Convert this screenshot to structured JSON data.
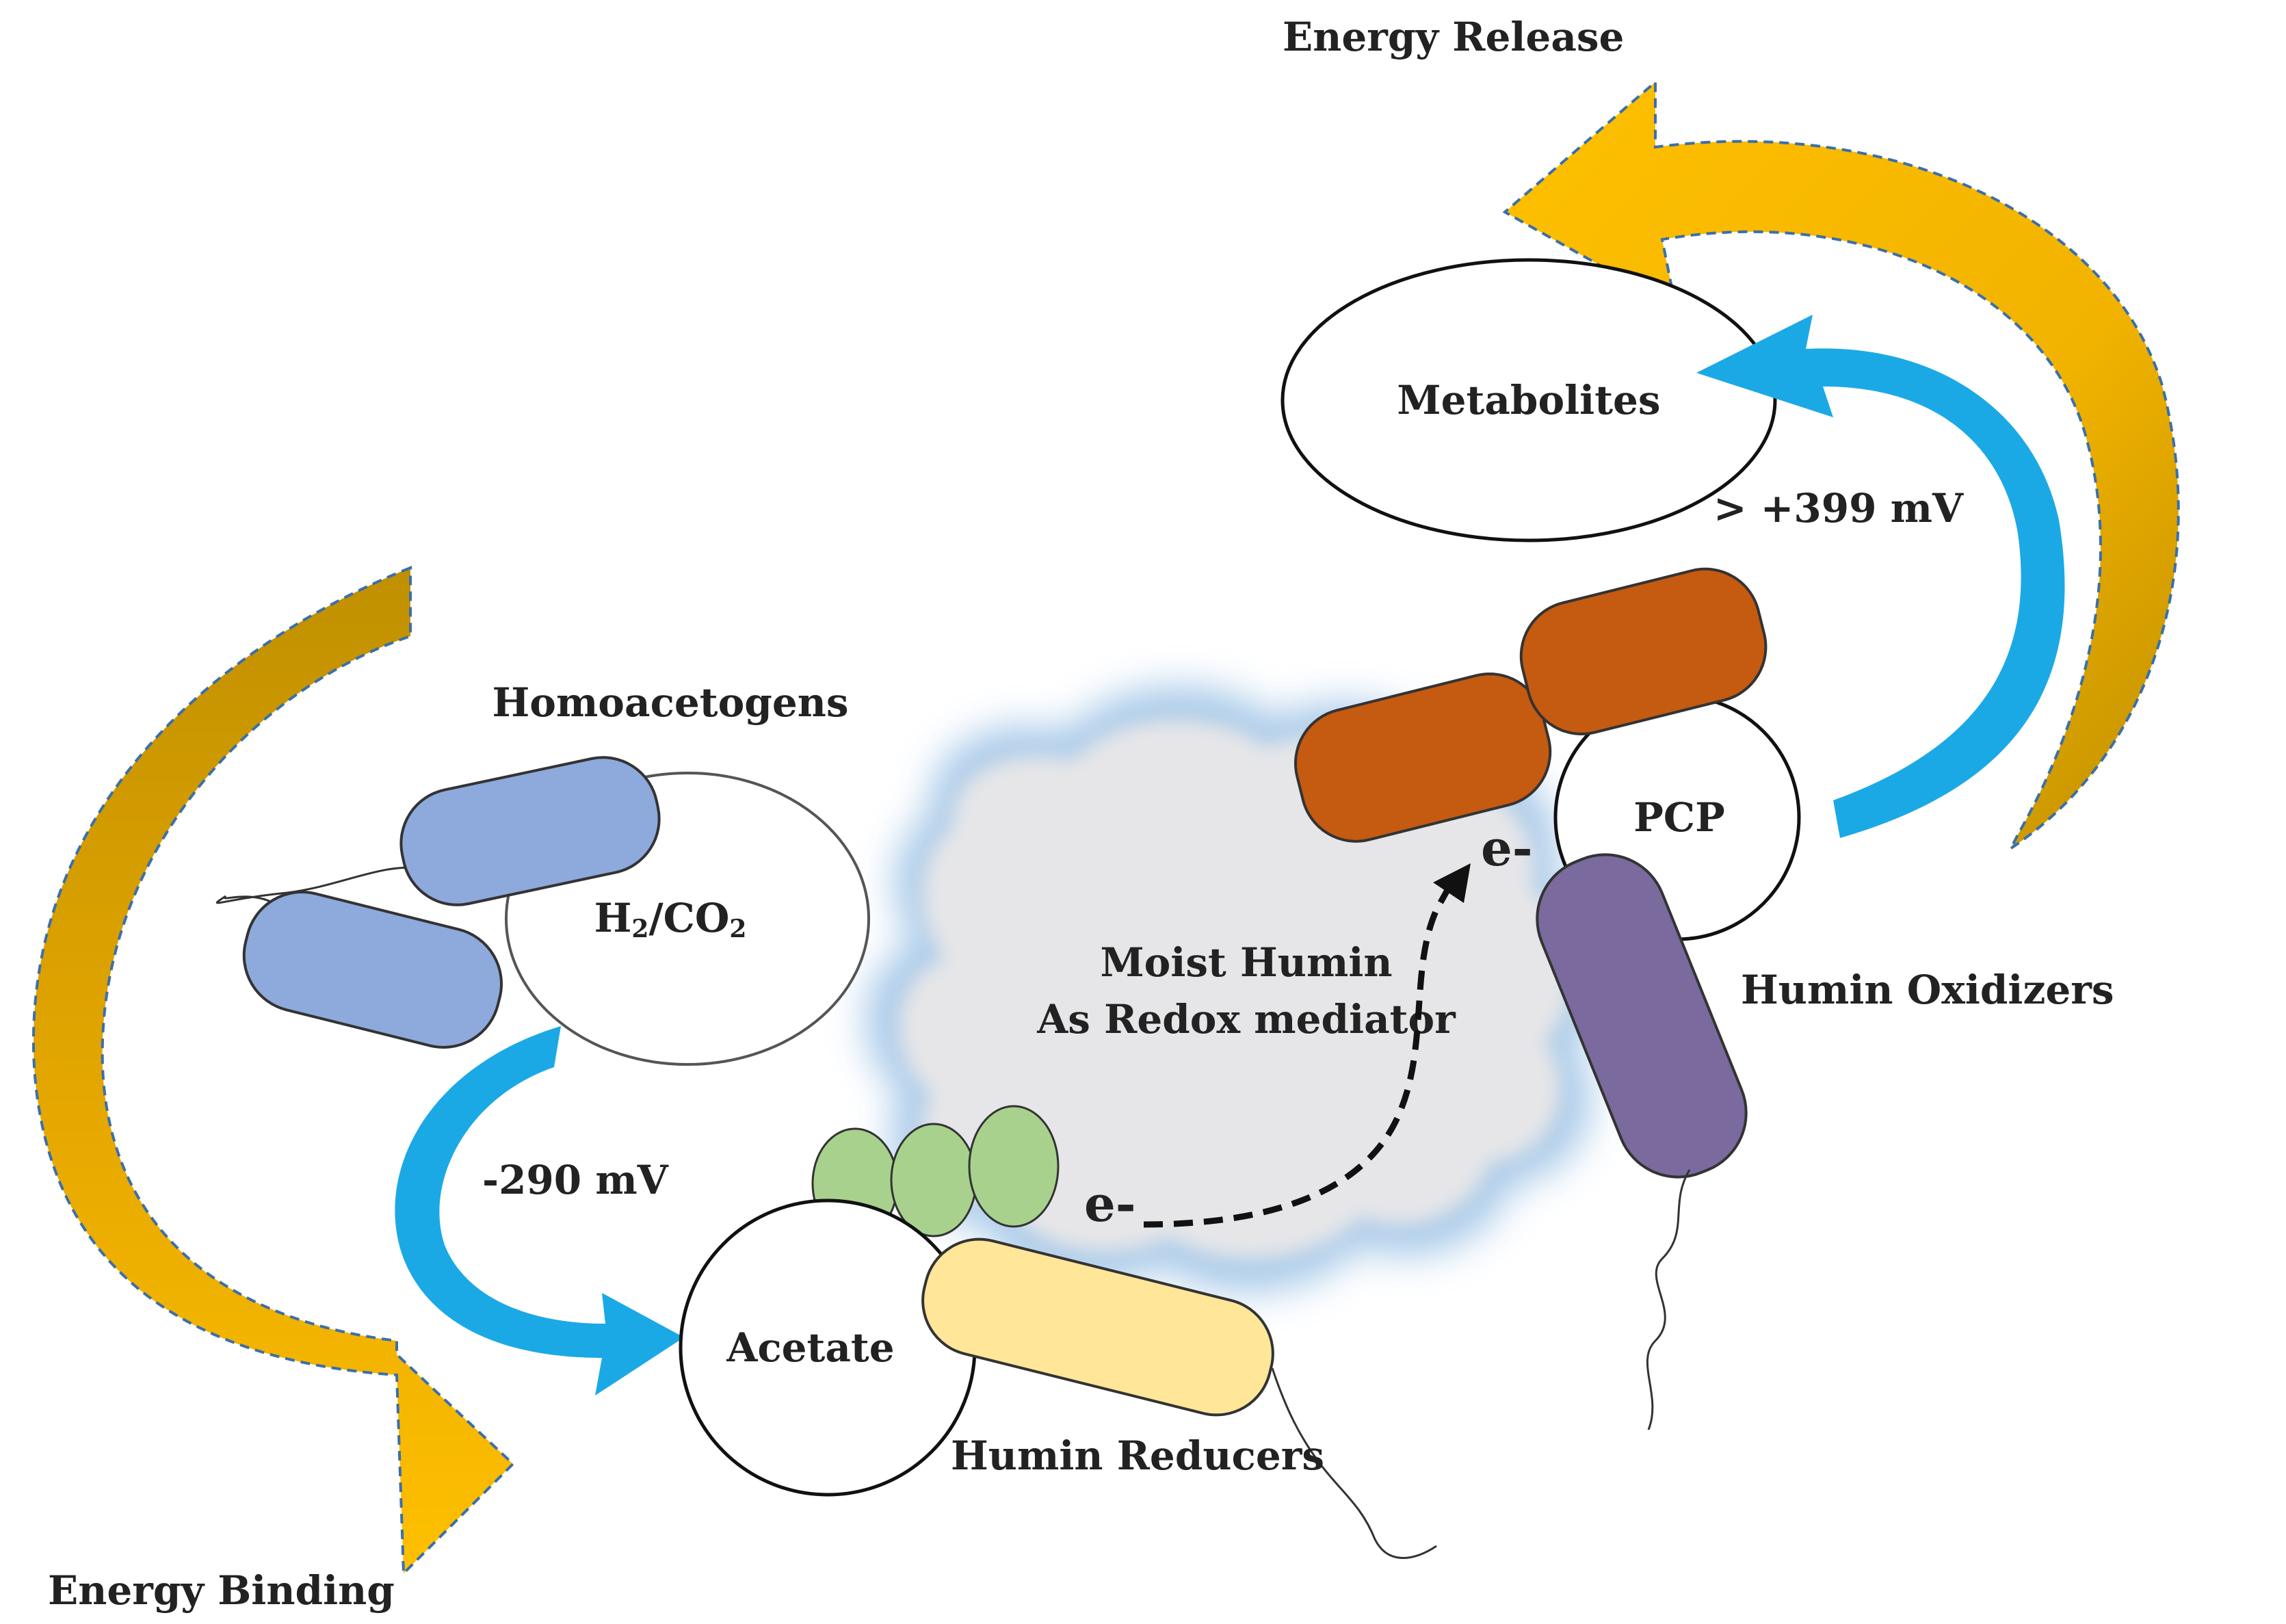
{
  "labels": {
    "energy_release": "Energy Release",
    "energy_binding": "Energy Binding",
    "metabolites": "Metabolites",
    "potential_high": "> +399 mV",
    "homoacetogens": "Homoacetogens",
    "h2co2_main": "H",
    "h2co2_sub1": "2",
    "h2co2_mid": "/CO",
    "h2co2_sub2": "2",
    "potential_low": "-290 mV",
    "humin_line1": "Moist Humin",
    "humin_line2": "As Redox mediator",
    "pcp": "PCP",
    "humin_oxidizers": "Humin Oxidizers",
    "acetate": "Acetate",
    "humin_reducers": "Humin Reducers",
    "electron_left": "e-",
    "electron_right": "e-"
  },
  "colors": {
    "energy_arrow_light": "#FFC000",
    "energy_arrow_dark": "#C09000",
    "flow_arrow": "#1BA9E6",
    "homoacetogen_cell": "#8EA9DB",
    "humin_reducer_cell": "#FFE699",
    "humin_reducer_granules": "#A9D18E",
    "humin_oxidizer_orange": "#C55A11",
    "humin_oxidizer_purple": "#7A6A9E",
    "humin_cloud": "#E8E8EA",
    "humin_glow": "#9DC3E6"
  }
}
